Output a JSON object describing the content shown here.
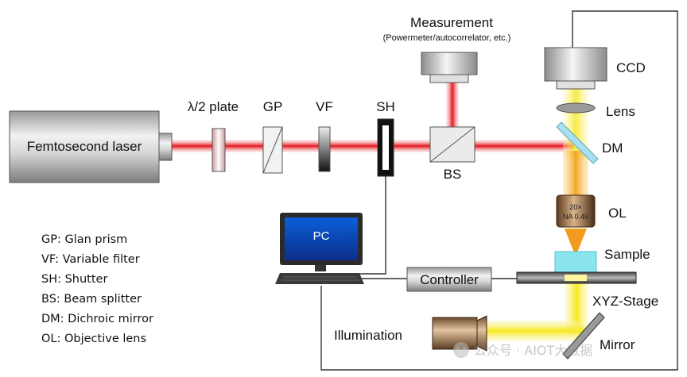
{
  "components": {
    "laser": "Femtosecond laser",
    "half_wave_plate": "λ/2 plate",
    "glan_prism": "GP",
    "variable_filter": "VF",
    "shutter": "SH",
    "beam_splitter": "BS",
    "measurement": "Measurement",
    "measurement_note": "(Powermeter/autocorrelator, etc.)",
    "ccd": "CCD",
    "lens": "Lens",
    "dichroic_mirror": "DM",
    "objective_lens": "OL",
    "objective_marking_1": "20×",
    "objective_marking_2": "NA 0.46",
    "sample": "Sample",
    "xyz_stage": "XYZ-Stage",
    "pc": "PC",
    "controller": "Controller",
    "illumination": "Illumination",
    "mirror": "Mirror"
  },
  "legend": [
    "GP: Glan prism",
    "VF: Variable filter",
    "SH: Shutter",
    "BS: Beam splitter",
    "DM: Dichroic mirror",
    "OL: Objective lens"
  ],
  "watermark": "公众号 · AIOT大数据",
  "colors": {
    "laser_beam": "#e8202a",
    "illumination_beam": "#f7ea30",
    "imaging_beam": "#f5b73a",
    "device_body": "#c9c9c9",
    "dark_lens": "#3a3a3a"
  }
}
